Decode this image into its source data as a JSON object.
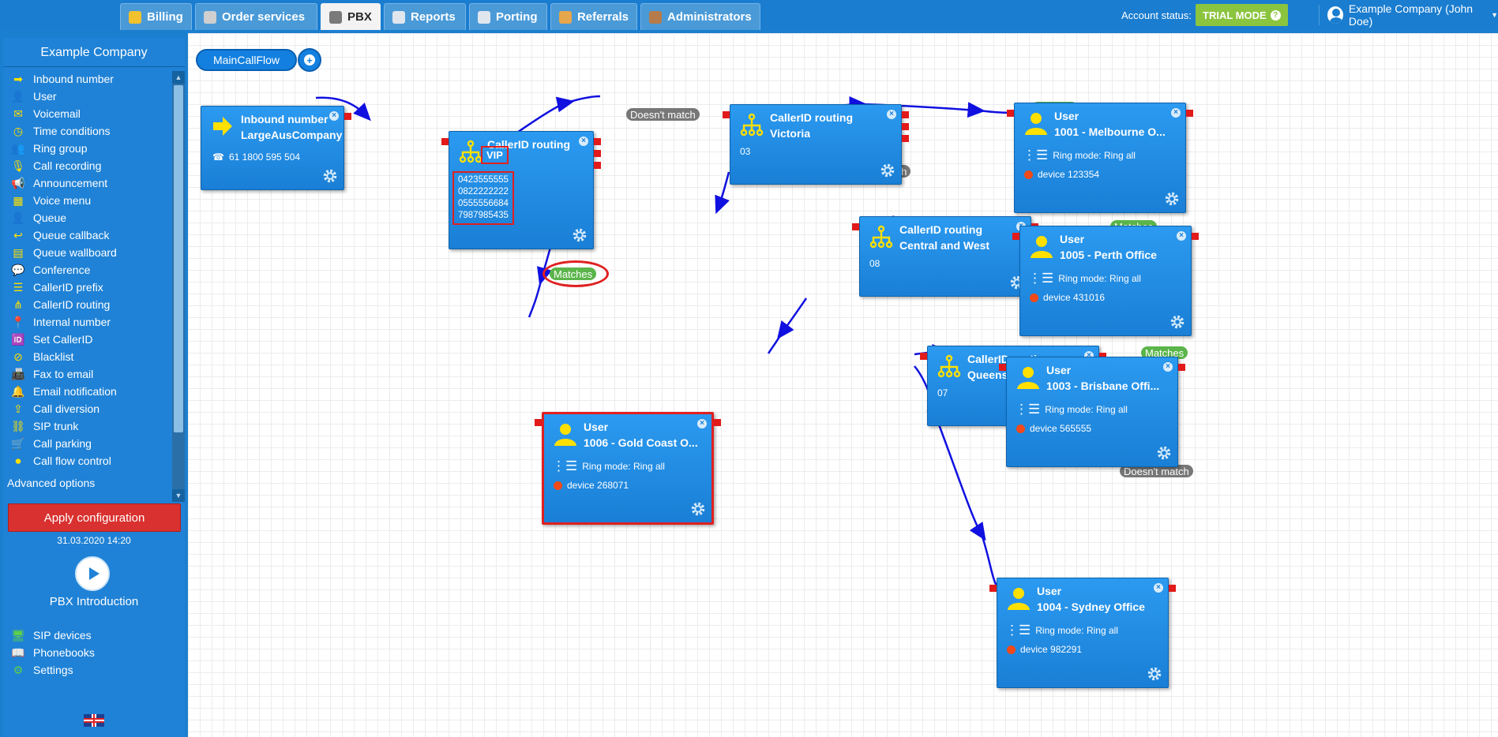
{
  "tabs": [
    {
      "label": "Billing",
      "icon": "coins-icon",
      "active": false
    },
    {
      "label": "Order services",
      "icon": "cart-icon",
      "active": false
    },
    {
      "label": "PBX",
      "icon": "pbx-icon",
      "active": true
    },
    {
      "label": "Reports",
      "icon": "report-icon",
      "active": false
    },
    {
      "label": "Porting",
      "icon": "phone-icon",
      "active": false
    },
    {
      "label": "Referrals",
      "icon": "person-icon",
      "active": false
    },
    {
      "label": "Administrators",
      "icon": "admin-icon",
      "active": false
    }
  ],
  "account": {
    "status_label": "Account status:",
    "trial_label": "TRIAL MODE",
    "user_label": "Example Company (John Doe)"
  },
  "sidebar": {
    "company": "Example Company",
    "menu": [
      {
        "label": "Inbound number",
        "icon": "arrow-right-icon"
      },
      {
        "label": "User",
        "icon": "user-icon"
      },
      {
        "label": "Voicemail",
        "icon": "envelope-icon"
      },
      {
        "label": "Time conditions",
        "icon": "clock-icon"
      },
      {
        "label": "Ring group",
        "icon": "group-icon"
      },
      {
        "label": "Call recording",
        "icon": "microphone-icon"
      },
      {
        "label": "Announcement",
        "icon": "megaphone-icon"
      },
      {
        "label": "Voice menu",
        "icon": "grid-icon"
      },
      {
        "label": "Queue",
        "icon": "queue-icon"
      },
      {
        "label": "Queue callback",
        "icon": "callback-icon"
      },
      {
        "label": "Queue wallboard",
        "icon": "table-icon"
      },
      {
        "label": "Conference",
        "icon": "chat-icon"
      },
      {
        "label": "CallerID prefix",
        "icon": "list-icon"
      },
      {
        "label": "CallerID routing",
        "icon": "hierarchy-icon"
      },
      {
        "label": "Internal number",
        "icon": "pin-icon"
      },
      {
        "label": "Set CallerID",
        "icon": "id-card-icon"
      },
      {
        "label": "Blacklist",
        "icon": "ban-icon"
      },
      {
        "label": "Fax to email",
        "icon": "fax-icon"
      },
      {
        "label": "Email notification",
        "icon": "bell-icon"
      },
      {
        "label": "Call diversion",
        "icon": "upload-icon"
      },
      {
        "label": "SIP trunk",
        "icon": "trunk-icon"
      },
      {
        "label": "Call parking",
        "icon": "cart-icon"
      },
      {
        "label": "Call flow control",
        "icon": "toggle-icon"
      }
    ],
    "advanced_label": "Advanced options",
    "apply_label": "Apply configuration",
    "apply_date": "31.03.2020 14:20",
    "intro_label": "PBX Introduction",
    "bottom_menu": [
      {
        "label": "SIP devices",
        "icon": "monitor-icon"
      },
      {
        "label": "Phonebooks",
        "icon": "book-icon"
      },
      {
        "label": "Settings",
        "icon": "gear-icon"
      }
    ]
  },
  "canvas": {
    "flow_label": "MainCallFlow",
    "nodes": {
      "inbound": {
        "type": "Inbound number",
        "name": "LargeAusCompany",
        "number": "61 1800 595 504"
      },
      "vip": {
        "type": "CallerID routing",
        "name": "VIP",
        "numbers": [
          "0423555555",
          "0822222222",
          "0555556684",
          "7987985435"
        ]
      },
      "victoria": {
        "type": "CallerID routing",
        "name": "Victoria",
        "prefix": "03"
      },
      "central": {
        "type": "CallerID routing",
        "name": "Central and West",
        "prefix": "08"
      },
      "queensland": {
        "type": "CallerID routing",
        "name": "Queensland",
        "prefix": "07"
      },
      "melbourne": {
        "type": "User",
        "name": "1001 - Melbourne O...",
        "ring": "Ring mode: Ring all",
        "device": "device 123354"
      },
      "perth": {
        "type": "User",
        "name": "1005 - Perth Office",
        "ring": "Ring mode: Ring all",
        "device": "device 431016"
      },
      "brisbane": {
        "type": "User",
        "name": "1003 - Brisbane Offi...",
        "ring": "Ring mode: Ring all",
        "device": "device 565555"
      },
      "goldcoast": {
        "type": "User",
        "name": "1006 - Gold Coast O...",
        "ring": "Ring mode: Ring all",
        "device": "device 268071"
      },
      "sydney": {
        "type": "User",
        "name": "1004 - Sydney Office",
        "ring": "Ring mode: Ring all",
        "device": "device 982291"
      }
    },
    "labels": {
      "matches": "Matches",
      "doesnt_match": "Doesn't match",
      "tch": "tch"
    }
  },
  "colors": {
    "accent": "#1a7dd0",
    "trial": "#8bc53f",
    "apply": "#d9312f",
    "port": "#e21a1a",
    "wire": "#1010e0",
    "match": "#5bb54a"
  }
}
